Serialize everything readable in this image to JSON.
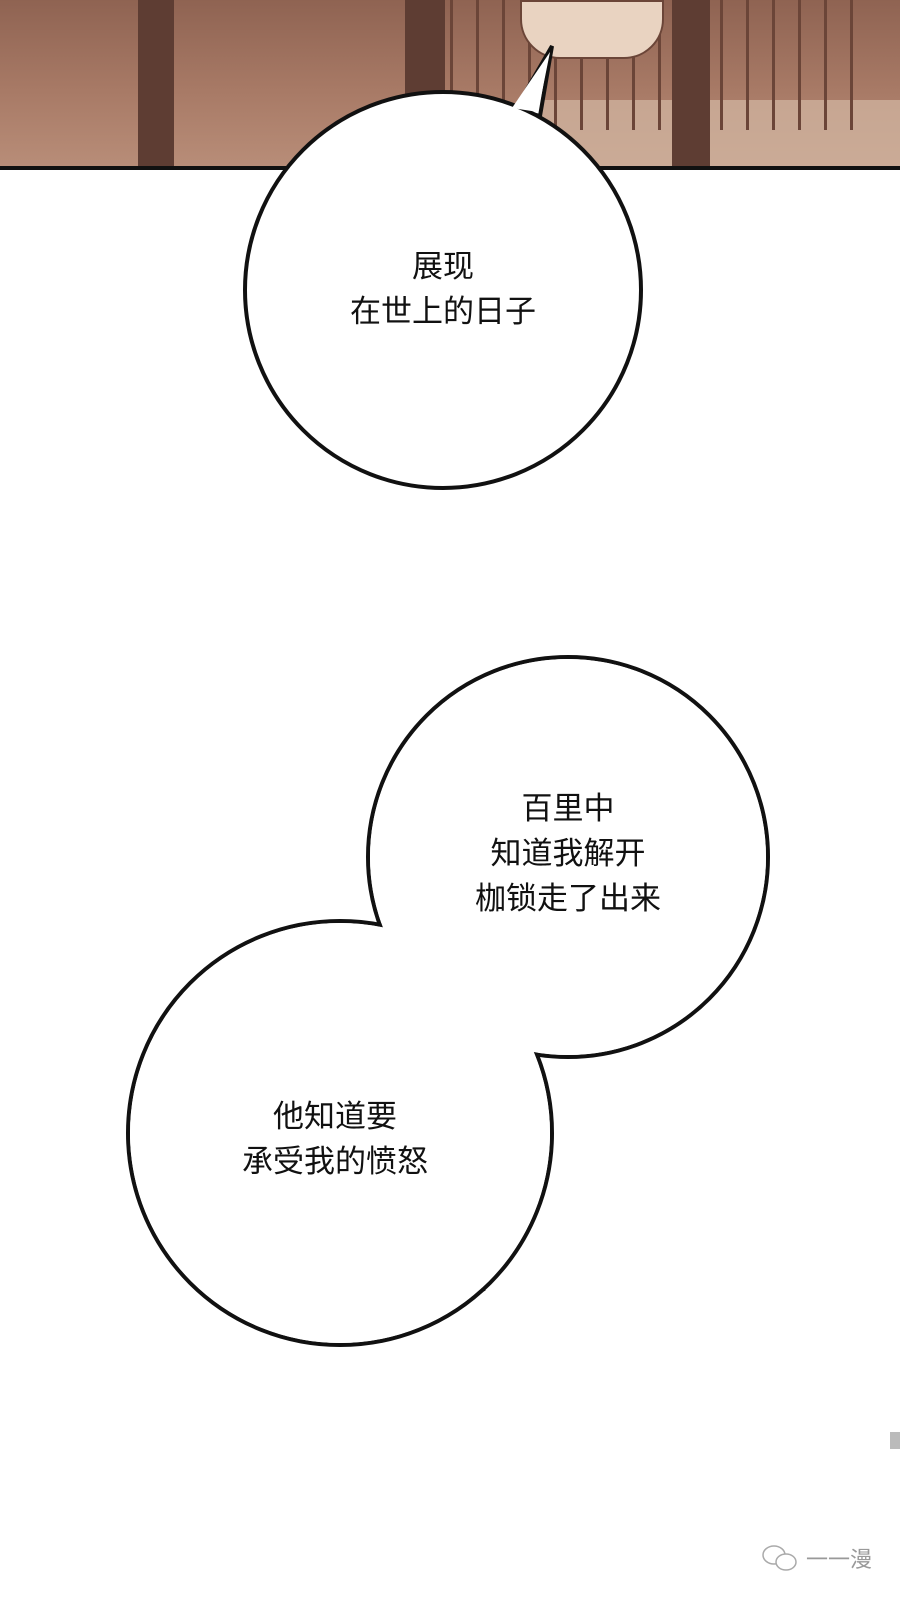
{
  "bubbles": [
    {
      "lines": [
        "展现",
        "在世上的日子"
      ]
    },
    {
      "lines": [
        "百里中",
        "知道我解开",
        "枷锁走了出来"
      ]
    },
    {
      "lines": [
        "他知道要",
        "承受我的愤怒"
      ]
    }
  ],
  "watermark": {
    "icon": "wechat-icon",
    "text": "一一漫"
  }
}
